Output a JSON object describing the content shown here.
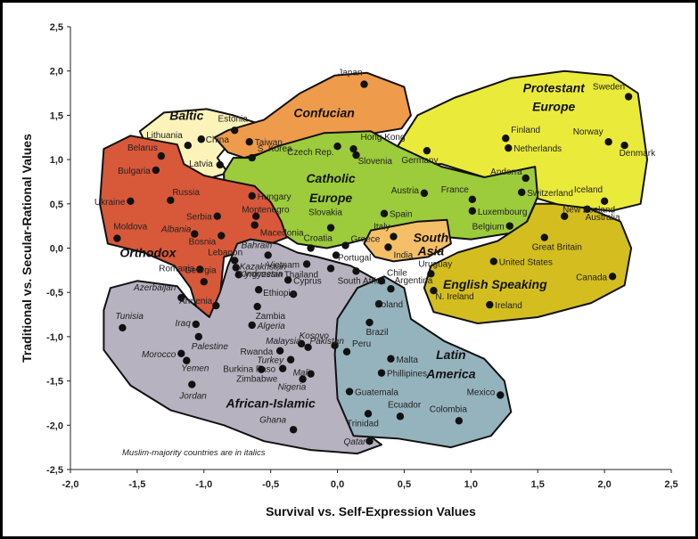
{
  "chart_data": {
    "type": "scatter",
    "title": "",
    "xlabel": "Survival vs. Self-Expression Values",
    "ylabel": "Traditional vs. Secular-Rational Values",
    "xlim": [
      -2.0,
      2.5
    ],
    "ylim": [
      -2.5,
      2.5
    ],
    "x_ticks": [
      "-2,0",
      "-1,5",
      "-1,0",
      "-0,5",
      "0,0",
      "0,5",
      "1,0",
      "1,5",
      "2,0",
      "2,5"
    ],
    "y_ticks": [
      "2,5",
      "2,0",
      "1,5",
      "1,0",
      "0,5",
      "0,0",
      "-0,5",
      "-1,0",
      "-1,5",
      "-2,0",
      "-2,5"
    ],
    "grid": false,
    "note": "Muslim-majority countries are in italics",
    "regions": [
      {
        "name": "Baltic",
        "color": "#fbf3b9"
      },
      {
        "name": "Confucian",
        "color": "#ef9b4c"
      },
      {
        "name": "Protestant Europe",
        "color": "#eaea3a"
      },
      {
        "name": "Catholic Europe",
        "color": "#9ccb3b"
      },
      {
        "name": "Orthodox",
        "color": "#d8583a"
      },
      {
        "name": "English Speaking",
        "color": "#d4be1f"
      },
      {
        "name": "South Asia",
        "color": "#f5bf68"
      },
      {
        "name": "African-Islamic",
        "color": "#b6b2bf"
      },
      {
        "name": "Latin America",
        "color": "#95b3bd"
      }
    ],
    "points": [
      {
        "name": "Japan",
        "x": 0.2,
        "y": 1.85,
        "italic": false
      },
      {
        "name": "Sweden",
        "x": 2.18,
        "y": 1.71,
        "italic": false
      },
      {
        "name": "Estonia",
        "x": -0.77,
        "y": 1.33,
        "italic": false
      },
      {
        "name": "Lithuania",
        "x": -1.12,
        "y": 1.16,
        "italic": false
      },
      {
        "name": "Latvia",
        "x": -0.88,
        "y": 0.94,
        "italic": false
      },
      {
        "name": "China",
        "x": -1.02,
        "y": 1.23,
        "italic": false
      },
      {
        "name": "Taiwan",
        "x": -0.66,
        "y": 1.2,
        "italic": false
      },
      {
        "name": "S. Korea",
        "x": -0.64,
        "y": 1.02,
        "italic": false
      },
      {
        "name": "Hong Kong",
        "x": 0.12,
        "y": 1.12,
        "italic": false
      },
      {
        "name": "Czech Rep.",
        "x": 0.0,
        "y": 1.15,
        "italic": false
      },
      {
        "name": "Slovenia",
        "x": 0.14,
        "y": 1.05,
        "italic": false
      },
      {
        "name": "Germany",
        "x": 0.67,
        "y": 1.1,
        "italic": false
      },
      {
        "name": "Finland",
        "x": 1.26,
        "y": 1.24,
        "italic": false
      },
      {
        "name": "Netherlands",
        "x": 1.28,
        "y": 1.13,
        "italic": false
      },
      {
        "name": "Norway",
        "x": 2.03,
        "y": 1.2,
        "italic": false
      },
      {
        "name": "Denmark",
        "x": 2.15,
        "y": 1.16,
        "italic": false
      },
      {
        "name": "Belarus",
        "x": -1.32,
        "y": 1.04,
        "italic": false
      },
      {
        "name": "Bulgaria",
        "x": -1.36,
        "y": 0.88,
        "italic": false
      },
      {
        "name": "Ukraine",
        "x": -1.55,
        "y": 0.53,
        "italic": false
      },
      {
        "name": "Russia",
        "x": -1.25,
        "y": 0.54,
        "italic": false
      },
      {
        "name": "Hungary",
        "x": -0.64,
        "y": 0.59,
        "italic": false
      },
      {
        "name": "Serbia",
        "x": -0.9,
        "y": 0.36,
        "italic": false
      },
      {
        "name": "Montenegro",
        "x": -0.61,
        "y": 0.36,
        "italic": false
      },
      {
        "name": "Moldova",
        "x": -1.65,
        "y": 0.11,
        "italic": false
      },
      {
        "name": "Albania",
        "x": -1.07,
        "y": 0.16,
        "italic": true
      },
      {
        "name": "Bosnia",
        "x": -0.87,
        "y": 0.14,
        "italic": false
      },
      {
        "name": "Macedonia",
        "x": -0.62,
        "y": 0.26,
        "italic": false
      },
      {
        "name": "Austria",
        "x": 0.65,
        "y": 0.62,
        "italic": false
      },
      {
        "name": "France",
        "x": 1.01,
        "y": 0.55,
        "italic": false
      },
      {
        "name": "Andorra",
        "x": 1.41,
        "y": 0.79,
        "italic": false
      },
      {
        "name": "Switzerland",
        "x": 1.38,
        "y": 0.63,
        "italic": false
      },
      {
        "name": "Iceland",
        "x": 2.0,
        "y": 0.53,
        "italic": false
      },
      {
        "name": "Luxembourg",
        "x": 1.01,
        "y": 0.42,
        "italic": false
      },
      {
        "name": "Australia",
        "x": 1.87,
        "y": 0.44,
        "italic": false
      },
      {
        "name": "Slovakia",
        "x": -0.05,
        "y": 0.23,
        "italic": false
      },
      {
        "name": "Spain",
        "x": 0.35,
        "y": 0.39,
        "italic": false
      },
      {
        "name": "Belgium",
        "x": 1.29,
        "y": 0.25,
        "italic": false
      },
      {
        "name": "New Zealand",
        "x": 1.7,
        "y": 0.36,
        "italic": false
      },
      {
        "name": "Italy",
        "x": 0.42,
        "y": 0.13,
        "italic": false
      },
      {
        "name": "Croatia",
        "x": -0.2,
        "y": -0.0,
        "italic": false
      },
      {
        "name": "Greece",
        "x": 0.06,
        "y": 0.03,
        "italic": false
      },
      {
        "name": "Portugal",
        "x": -0.01,
        "y": -0.08,
        "italic": false
      },
      {
        "name": "India",
        "x": 0.38,
        "y": 0.01,
        "italic": false
      },
      {
        "name": "Great Britain",
        "x": 1.55,
        "y": 0.12,
        "italic": false
      },
      {
        "name": "United States",
        "x": 1.17,
        "y": -0.15,
        "italic": false
      },
      {
        "name": "Canada",
        "x": 2.06,
        "y": -0.32,
        "italic": false
      },
      {
        "name": "Uruguay",
        "x": 0.7,
        "y": -0.29,
        "italic": false
      },
      {
        "name": "N. Ireland",
        "x": 0.72,
        "y": -0.48,
        "italic": false
      },
      {
        "name": "Ireland",
        "x": 1.14,
        "y": -0.64,
        "italic": false
      },
      {
        "name": "Lebanon",
        "x": -0.77,
        "y": -0.14,
        "italic": false
      },
      {
        "name": "Bahrain",
        "x": -0.52,
        "y": -0.08,
        "italic": true
      },
      {
        "name": "Kazakhstan",
        "x": -0.76,
        "y": -0.22,
        "italic": true
      },
      {
        "name": "Indonesia",
        "x": -0.74,
        "y": -0.3,
        "italic": true
      },
      {
        "name": "Vietnam",
        "x": -0.23,
        "y": -0.18,
        "italic": false
      },
      {
        "name": "Thailand",
        "x": -0.05,
        "y": -0.23,
        "italic": false
      },
      {
        "name": "Cyprus",
        "x": -0.37,
        "y": -0.36,
        "italic": false
      },
      {
        "name": "South Africa",
        "x": 0.14,
        "y": -0.26,
        "italic": false
      },
      {
        "name": "Romania",
        "x": -1.03,
        "y": -0.24,
        "italic": false
      },
      {
        "name": "Georgia",
        "x": -1.0,
        "y": -0.38,
        "italic": false
      },
      {
        "name": "Azerbaijan",
        "x": -1.17,
        "y": -0.56,
        "italic": true
      },
      {
        "name": "Armenia",
        "x": -0.91,
        "y": -0.65,
        "italic": false
      },
      {
        "name": "Kyrgyzstan",
        "x": -0.59,
        "y": -0.47,
        "italic": true
      },
      {
        "name": "Ethiopia",
        "x": -0.33,
        "y": -0.52,
        "italic": false
      },
      {
        "name": "Zambia",
        "x": -0.6,
        "y": -0.66,
        "italic": false
      },
      {
        "name": "Algeria",
        "x": -0.64,
        "y": -0.87,
        "italic": true
      },
      {
        "name": "Chile",
        "x": 0.33,
        "y": -0.37,
        "italic": false
      },
      {
        "name": "Argentina",
        "x": 0.4,
        "y": -0.46,
        "italic": false
      },
      {
        "name": "Poland",
        "x": 0.31,
        "y": -0.63,
        "italic": false
      },
      {
        "name": "Brazil",
        "x": 0.24,
        "y": -0.84,
        "italic": false
      },
      {
        "name": "Tunisia",
        "x": -1.61,
        "y": -0.9,
        "italic": true
      },
      {
        "name": "Iraq",
        "x": -1.06,
        "y": -0.86,
        "italic": true
      },
      {
        "name": "Palestine",
        "x": -1.04,
        "y": -1.0,
        "italic": true
      },
      {
        "name": "Morocco",
        "x": -1.17,
        "y": -1.19,
        "italic": true
      },
      {
        "name": "Yemen",
        "x": -1.13,
        "y": -1.27,
        "italic": true
      },
      {
        "name": "Jordan",
        "x": -1.09,
        "y": -1.54,
        "italic": true
      },
      {
        "name": "Malaysia",
        "x": -0.27,
        "y": -1.08,
        "italic": true
      },
      {
        "name": "Kosovo",
        "x": -0.22,
        "y": -1.12,
        "italic": true
      },
      {
        "name": "Rwanda",
        "x": -0.43,
        "y": -1.16,
        "italic": false
      },
      {
        "name": "Turkey",
        "x": -0.35,
        "y": -1.26,
        "italic": true
      },
      {
        "name": "Burkina Faso",
        "x": -0.41,
        "y": -1.36,
        "italic": false
      },
      {
        "name": "Mali",
        "x": -0.2,
        "y": -1.42,
        "italic": true
      },
      {
        "name": "Zimbabwe",
        "x": -0.57,
        "y": -1.37,
        "italic": false
      },
      {
        "name": "Nigeria",
        "x": -0.26,
        "y": -1.48,
        "italic": true
      },
      {
        "name": "Pakistan",
        "x": -0.02,
        "y": -1.1,
        "italic": true
      },
      {
        "name": "Peru",
        "x": 0.07,
        "y": -1.17,
        "italic": false
      },
      {
        "name": "Malta",
        "x": 0.4,
        "y": -1.25,
        "italic": false
      },
      {
        "name": "Phillipines",
        "x": 0.33,
        "y": -1.41,
        "italic": false
      },
      {
        "name": "Guatemala",
        "x": 0.09,
        "y": -1.62,
        "italic": false
      },
      {
        "name": "Mexico",
        "x": 1.22,
        "y": -1.66,
        "italic": false
      },
      {
        "name": "Ecuador",
        "x": 0.47,
        "y": -1.9,
        "italic": false
      },
      {
        "name": "Colombia",
        "x": 0.91,
        "y": -1.95,
        "italic": false
      },
      {
        "name": "Trinidad",
        "x": 0.23,
        "y": -1.87,
        "italic": false
      },
      {
        "name": "Ghana",
        "x": -0.33,
        "y": -2.05,
        "italic": true
      },
      {
        "name": "Qatar",
        "x": 0.24,
        "y": -2.18,
        "italic": true
      }
    ]
  }
}
